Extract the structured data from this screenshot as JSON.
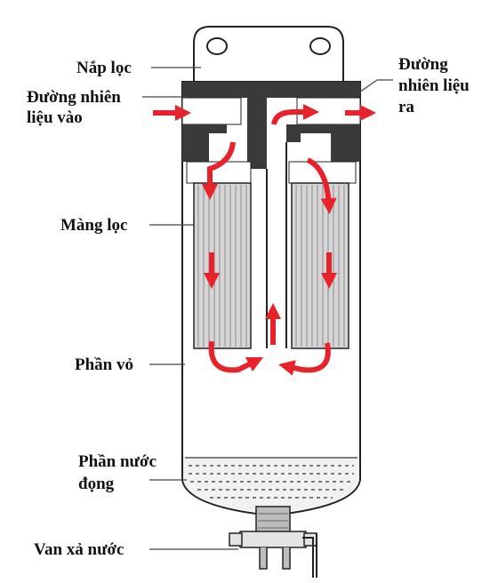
{
  "labels": {
    "cap": "Nắp lọc",
    "inlet_line1": "Đường nhiên",
    "inlet_line2": "liệu vào",
    "outlet_line1": "Đường",
    "outlet_line2": "nhiên liệu",
    "outlet_line3": "ra",
    "filter_element": "Màng lọc",
    "housing": "Phần vỏ",
    "water_line1": "Phần nước",
    "water_line2": "đọng",
    "drain_valve": "Van xả nước"
  },
  "colors": {
    "flow_arrow": "#e8212b",
    "cap_dark": "#3a3a3a",
    "outline": "#222222",
    "filter_fill": "#d6d6d6",
    "water_dash": "#555555"
  }
}
